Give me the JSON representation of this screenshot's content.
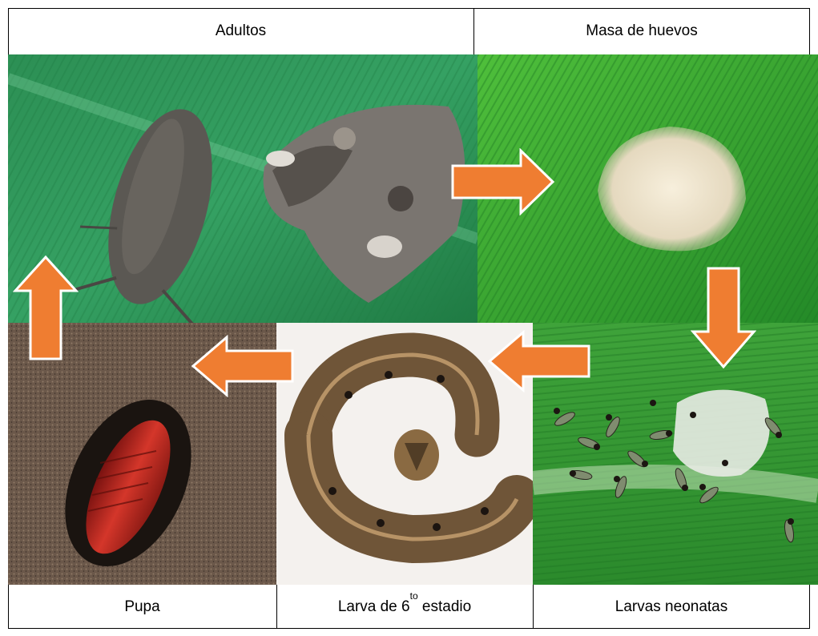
{
  "header": {
    "adults_label": "Adultos",
    "eggs_label": "Masa de huevos"
  },
  "footer": {
    "pupa_label": "Pupa",
    "larva6_prefix": "Larva de 6",
    "larva6_superscript": "to",
    "larva6_suffix": " estadio",
    "neonates_label": "Larvas neonatas"
  },
  "colors": {
    "arrow_fill": "#ef7d31",
    "arrow_stroke": "#ffffff",
    "leaf_green": "#2f9a58",
    "egg_leaf_green": "#3aa83a",
    "soil": "#6d5a4c",
    "pupa_red": "#b8201a",
    "larva_brown": "#6f5538"
  },
  "icons": [
    "arrow-right-icon",
    "arrow-down-icon",
    "arrow-left-icon",
    "arrow-up-icon"
  ]
}
